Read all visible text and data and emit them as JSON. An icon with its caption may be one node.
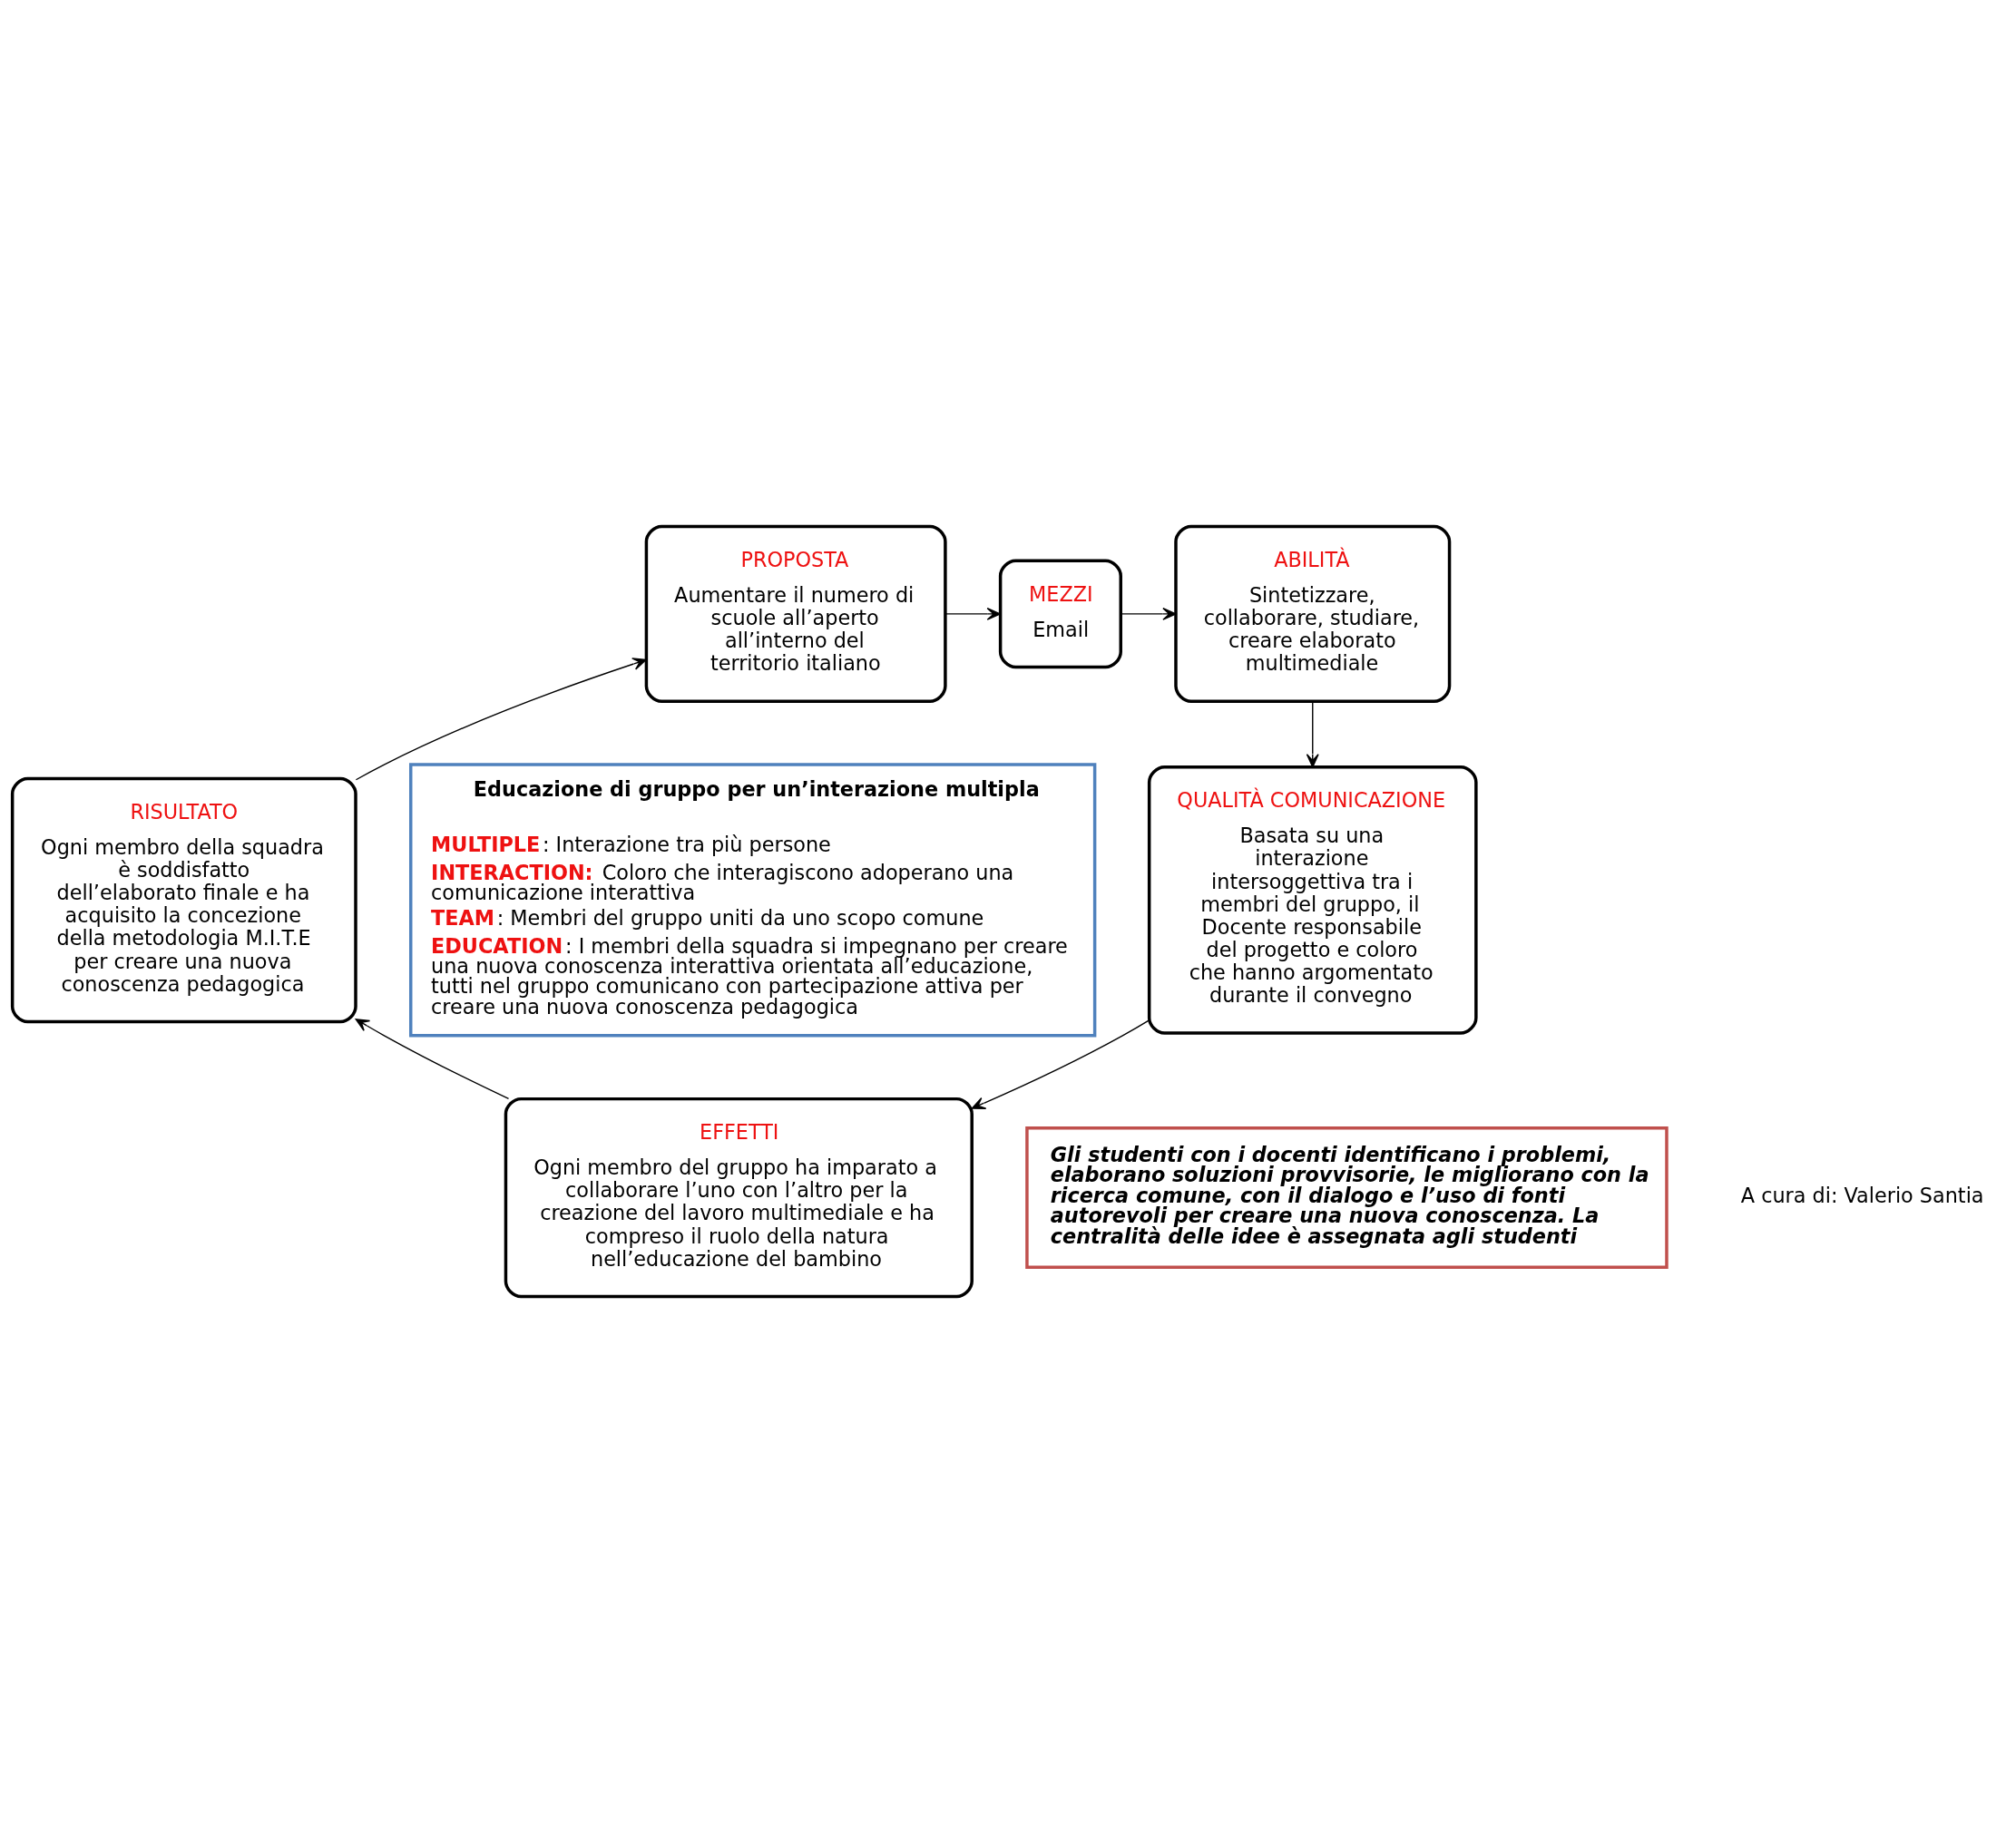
{
  "diagram": {
    "nodes": [
      {
        "text": [
          "MEZZI",
          "Email"
        ]
      },
      {
        "text": [
          "ABILITÀ",
          "Sintetizzare, collaborare, studiare, creare elaborato multimediale"
        ]
      },
      {
        "text": [
          "QUALITÀ COMUNICAZIONE",
          "Basata su una interazione intersoggettiva tra i membri del gruppo, il Docente responsabile del progetto e coloro che hanno argomentato durante il convegno"
        ]
      },
      {
        "text": [
          "EFFETTI",
          "Ogni membro del gruppo ha imparato a collaborare l’uno con l’altro per la creazione del lavoro multimediale e ha compreso il ruolo della natura nell’educazione del bambino"
        ]
      },
      {
        "text": [
          "RISULTATO",
          "Ogni membro della squadra è soddisfatto dell’elaborato finale e ha acquisito la concezione della metodologia M.I.T.E per creare una nuova conoscenza pedagogica"
        ]
      },
      {
        "text": [
          "PROPOSTA",
          "Aumentare il numero di scuole all’aperto all’interno del territorio italiano"
        ]
      },
      {
        "text": [
          "Educazione di gruppo per un’interazione multipla",
          "**MULTIPLE**: Interazione tra più persone",
          "**INTERACTION:** Coloro che interagiscono adoperano una comunicazione interattiva",
          "**TEAM**: Membri del gruppo uniti da uno scopo comune",
          "**EDUCATION**: I membri della squadra si impegnano per creare una nuova conoscenza interattiva orientata all’educazione, tutti nel gruppo comunicano con partecipazione attiva per creare una nuova conoscenza pedagogica"
        ]
      },
      {
        "text": [
          "Gli studenti con i docenti identificano i problemi, elaborano soluzioni provvisorie, le migliorano con la ricerca comune, con il dialogo e l’uso di fonti autorevoli per creare una nuova conoscenza. La centralità delle idee è assegnata agli studenti"
        ]
      }
    ],
    "edges": [
      {
        "from": 5,
        "to": 0,
        "arrow": "to"
      },
      {
        "from": 0,
        "to": 1,
        "arrow": "to"
      },
      {
        "from": 1,
        "to": 2,
        "arrow": "to"
      },
      {
        "from": 2,
        "to": 3,
        "arrow": "to"
      },
      {
        "from": 3,
        "to": 4,
        "arrow": "to"
      },
      {
        "from": 4,
        "to": 5,
        "arrow": "to"
      }
    ],
    "labels": [
      "A cura di: Valerio Santia"
    ]
  }
}
